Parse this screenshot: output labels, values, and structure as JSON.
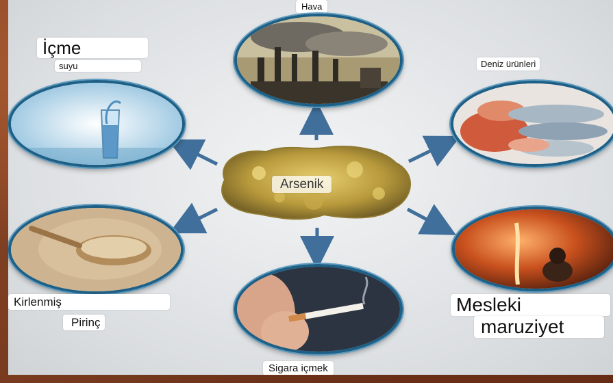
{
  "center": {
    "label": "Arsenik"
  },
  "sources": {
    "air": {
      "label": "Hava",
      "image": "factory-smokestacks"
    },
    "seafood": {
      "label": "Deniz ürünleri",
      "image": "fish-and-shrimp"
    },
    "drinking_water": {
      "label_line1": "İçme",
      "label_line2": "suyu",
      "image": "glass-of-water"
    },
    "rice": {
      "label_line1": "Kirlenmiş",
      "label_line2": "Pirinç",
      "image": "rice-on-spoon"
    },
    "smoking": {
      "label": "Sigara içmek",
      "image": "cigarette"
    },
    "occupational": {
      "label_line1": "Mesleki",
      "label_line2": "maruziyet",
      "image": "molten-metal-foundry"
    }
  },
  "colors": {
    "arrow": "#3f6f9a",
    "oval_border": "#1e5f86",
    "panel_bg": "#e4e6e8",
    "frame_bg": "#7a3f22"
  }
}
